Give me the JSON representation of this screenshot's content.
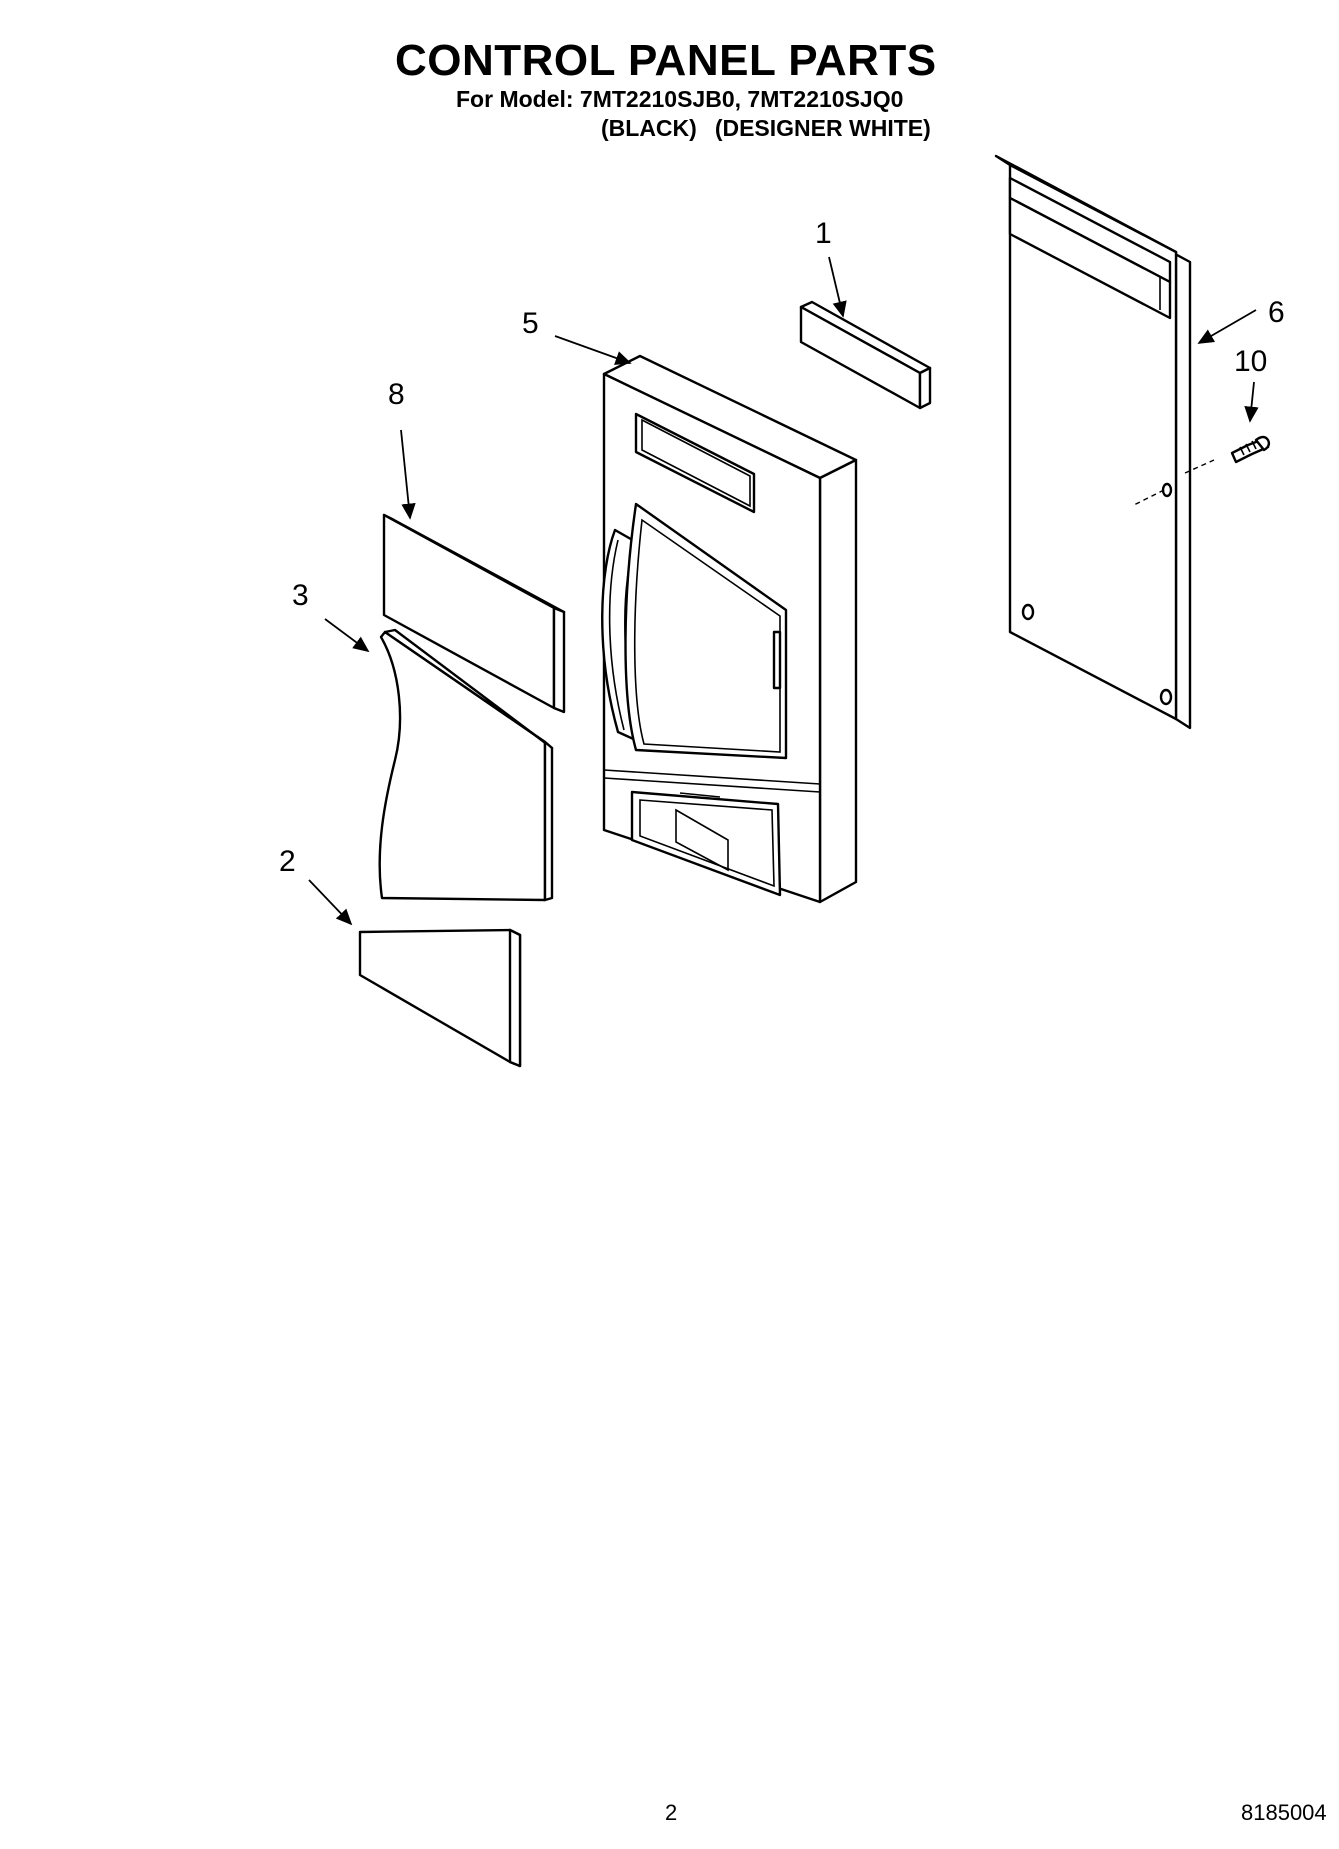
{
  "header": {
    "title": "CONTROL PANEL PARTS",
    "model_line": "For Model: 7MT2210SJB0, 7MT2210SJQ0",
    "color_black": "(BLACK)",
    "color_white": "(DESIGNER WHITE)"
  },
  "callouts": {
    "part_1": "1",
    "part_2": "2",
    "part_3": "3",
    "part_5": "5",
    "part_6": "6",
    "part_8": "8",
    "part_10": "10"
  },
  "footer": {
    "page_number": "2",
    "document_number": "8185004"
  }
}
